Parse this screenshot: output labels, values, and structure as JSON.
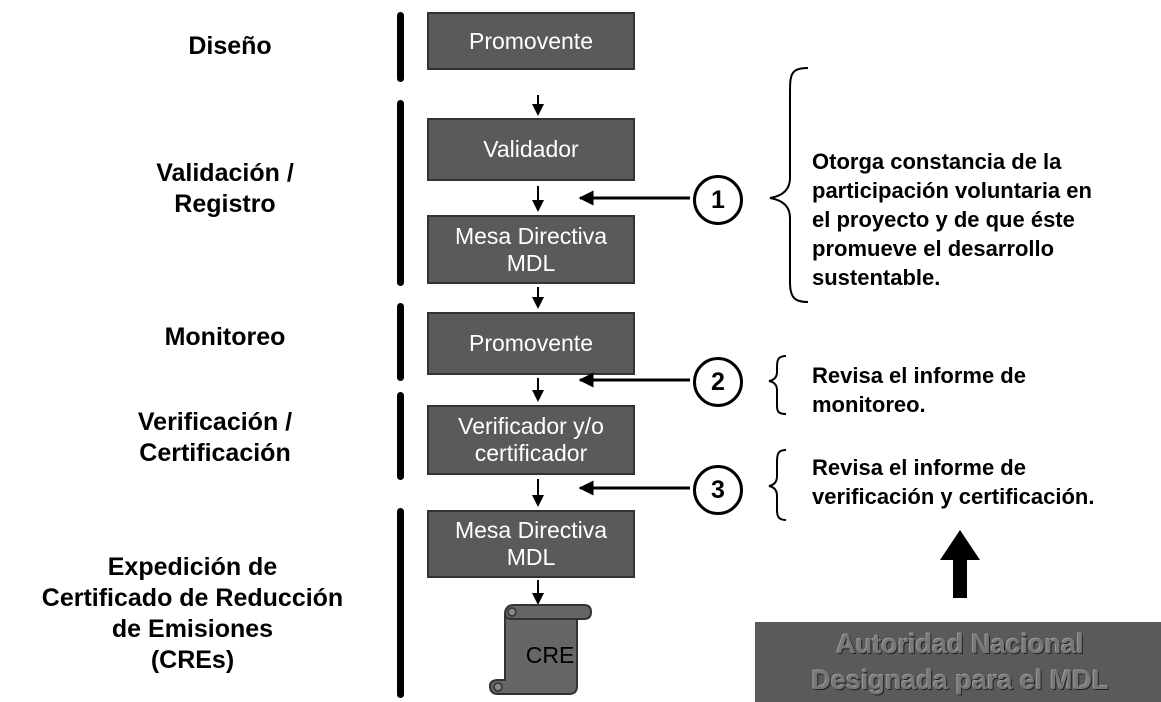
{
  "phases": {
    "design": "Diseño",
    "validation": "Validación /\nRegistro",
    "monitoring": "Monitoreo",
    "verification": "Verificación /\nCertificación",
    "issuance": "Expedición de\nCertificado de Reducción\nde Emisiones\n(CREs)"
  },
  "boxes": {
    "promovente_1": "Promovente",
    "validador": "Validador",
    "mesa_1": "Mesa Directiva\nMDL",
    "promovente_2": "Promovente",
    "verificador": "Verificador y/o\ncertificador",
    "mesa_2": "Mesa Directiva\nMDL",
    "cre": "CRE"
  },
  "steps": {
    "one": "1",
    "two": "2",
    "three": "3"
  },
  "notes": {
    "one": "Otorga constancia de la\nparticipación voluntaria en\nel proyecto y de que éste\npromueve el desarrollo\nsustentable.",
    "two": "Revisa el informe de\nmonitoreo.",
    "three": "Revisa el informe de\nverificación y certificación."
  },
  "authority": "Autoridad Nacional\nDesignada para el MDL"
}
